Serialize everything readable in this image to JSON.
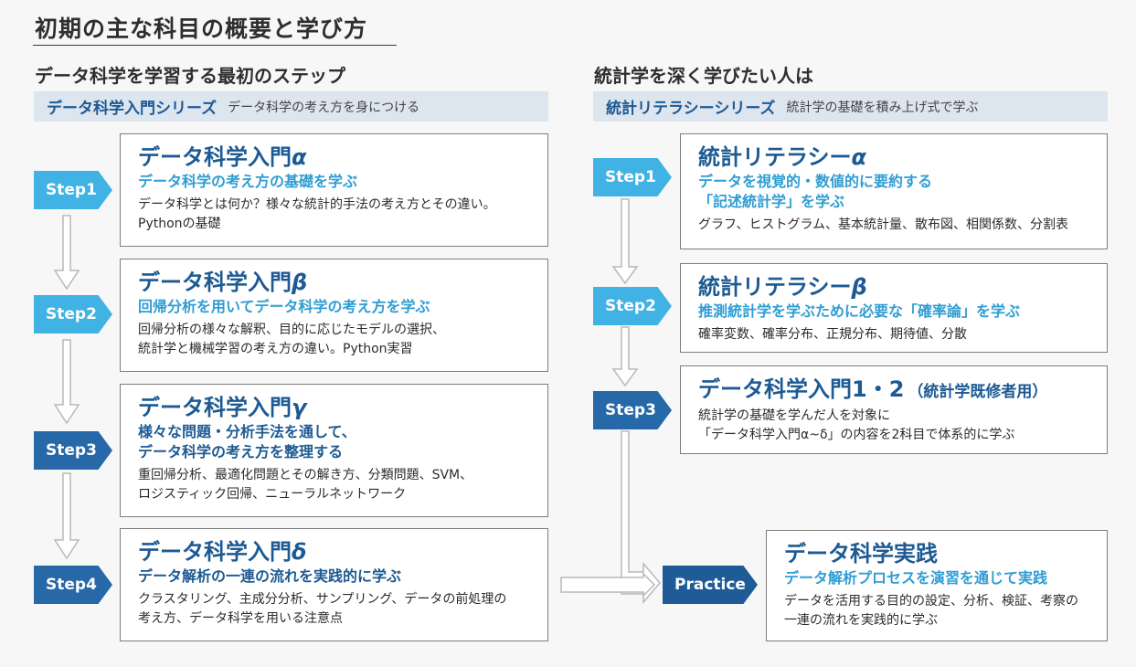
{
  "page_title": "初期の主な科目の概要と学び方",
  "left": {
    "heading": "データ科学を学習する最初のステップ",
    "series_name": "データ科学入門シリーズ",
    "series_desc": "データ科学の考え方を身につける",
    "steps": [
      {
        "label": "Step1",
        "title": "データ科学入門",
        "greek": "α",
        "sub": "データ科学の考え方の基礎を学ぶ",
        "body1": "データ科学とは何か？様々な統計的手法の考え方とその違い。",
        "body2": "Pythonの基礎"
      },
      {
        "label": "Step2",
        "title": "データ科学入門",
        "greek": "β",
        "sub": "回帰分析を用いてデータ科学の考え方を学ぶ",
        "body1": "回帰分析の様々な解釈、目的に応じたモデルの選択、",
        "body2": "統計学と機械学習の考え方の違い。Python実習"
      },
      {
        "label": "Step3",
        "title": "データ科学入門",
        "greek": "γ",
        "sub1": "様々な問題・分析手法を通して、",
        "sub2": "データ科学の考え方を整理する",
        "body1": "重回帰分析、最適化問題とその解き方、分類問題、SVM、",
        "body2": "ロジスティック回帰、ニューラルネットワーク"
      },
      {
        "label": "Step4",
        "title": "データ科学入門",
        "greek": "δ",
        "sub": "データ解析の一連の流れを実践的に学ぶ",
        "body1": "クラスタリング、主成分分析、サンプリング、データの前処理の",
        "body2": "考え方、データ科学を用いる注意点"
      }
    ]
  },
  "right": {
    "heading": "統計学を深く学びたい人は",
    "series_name": "統計リテラシーシリーズ",
    "series_desc": "統計学の基礎を積み上げ式で学ぶ",
    "steps": [
      {
        "label": "Step1",
        "title": "統計リテラシー",
        "greek": "α",
        "sub1": "データを視覚的・数値的に要約する",
        "sub2": "「記述統計学」を学ぶ",
        "body1": "グラフ、ヒストグラム、基本統計量、散布図、相関係数、分割表"
      },
      {
        "label": "Step2",
        "title": "統計リテラシー",
        "greek": "β",
        "sub": "推測統計学を学ぶために必要な「確率論」を学ぶ",
        "body1": "確率変数、確率分布、正規分布、期待値、分散"
      },
      {
        "label": "Step3",
        "title": "データ科学入門1・2",
        "note": "（統計学既修者用）",
        "body1": "統計学の基礎を学んだ人を対象に",
        "body2": "「データ科学入門α~δ」の内容を2科目で体系的に学ぶ"
      }
    ]
  },
  "practice": {
    "label": "Practice",
    "title": "データ科学実践",
    "sub": "データ解析プロセスを演習を通じて実践",
    "body1": "データを活用する目的の設定、分析、検証、考察の",
    "body2": "一連の流れを実践的に学ぶ"
  },
  "colors": {
    "light_step": "#41b2e4",
    "dark_step": "#2668a8",
    "title_blue": "#1d5a93",
    "sub_blue": "#2f9dd3",
    "series_bg": "#dde5ef"
  }
}
